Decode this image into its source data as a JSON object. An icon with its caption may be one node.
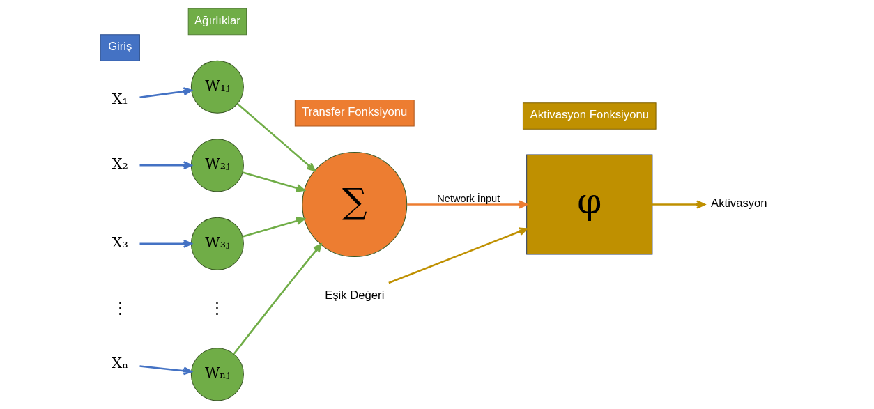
{
  "diagram": {
    "nodes": [
      {
        "text": [
          "Giriş"
        ]
      },
      {
        "text": [
          "Ağırlıklar"
        ]
      },
      {
        "text": [
          "Transfer Fonksiyonu"
        ]
      },
      {
        "text": [
          "Aktivasyon Fonksiyonu"
        ]
      },
      {
        "text": [
          "X₁"
        ]
      },
      {
        "text": [
          "X₂"
        ]
      },
      {
        "text": [
          "X₃"
        ]
      },
      {
        "text": [
          "Xₙ"
        ]
      },
      {
        "text": [
          "W₁ⱼ"
        ]
      },
      {
        "text": [
          "W₂ⱼ"
        ]
      },
      {
        "text": [
          "W₃ⱼ"
        ]
      },
      {
        "text": [
          "Wₙⱼ"
        ]
      },
      {
        "text": [
          "∑"
        ]
      },
      {
        "text": [
          "φ"
        ]
      },
      {
        "text": [
          "Aktivasyon"
        ]
      },
      {
        "text": [
          "Eşik Değeri"
        ]
      }
    ],
    "edges": [
      {
        "from": 4,
        "to": 8,
        "arrow": "to",
        "color": "#4472c4"
      },
      {
        "from": 5,
        "to": 9,
        "arrow": "to",
        "color": "#4472c4"
      },
      {
        "from": 6,
        "to": 10,
        "arrow": "to",
        "color": "#4472c4"
      },
      {
        "from": 7,
        "to": 11,
        "arrow": "to",
        "color": "#4472c4"
      },
      {
        "from": 8,
        "to": 12,
        "arrow": "to",
        "color": "#70ad47"
      },
      {
        "from": 9,
        "to": 12,
        "arrow": "to",
        "color": "#70ad47"
      },
      {
        "from": 10,
        "to": 12,
        "arrow": "to",
        "color": "#70ad47"
      },
      {
        "from": 11,
        "to": 12,
        "arrow": "to",
        "color": "#70ad47"
      },
      {
        "from": 12,
        "to": 13,
        "arrow": "to",
        "label": "Network İnput",
        "color": "#ed7d31"
      },
      {
        "from": 13,
        "to": 14,
        "arrow": "to",
        "color": "#bf9000"
      },
      {
        "from": 15,
        "to": 13,
        "arrow": "to",
        "color": "#bf9000"
      }
    ],
    "labels": [
      "⋮",
      "⋮"
    ]
  }
}
